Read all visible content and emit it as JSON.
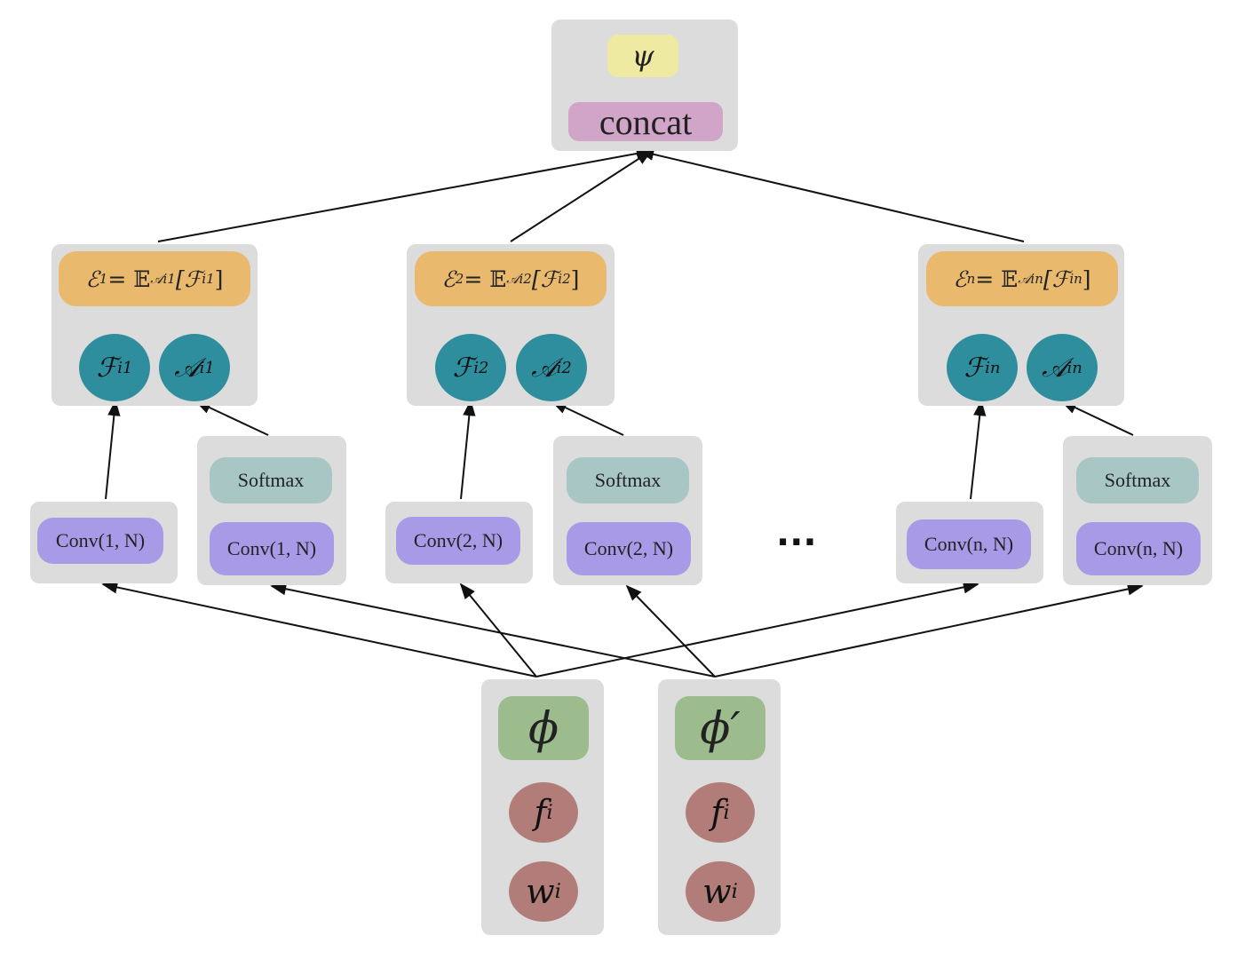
{
  "top": {
    "psi": "ψ",
    "concat": "concat"
  },
  "branches": [
    {
      "expectation": {
        "lhs": "ℰ",
        "sup": "1",
        "mid": " = 𝔼",
        "sub_a": "𝒜",
        "sub_a_sub": "i",
        "sub_a_sup": "1",
        "rhs": "[ℱ",
        "rhs_sub": "i",
        "rhs_sup": "1",
        "close": "]"
      },
      "f_node": {
        "sym": "ℱ",
        "sub": "i",
        "sup": "1"
      },
      "a_node": {
        "sym": "𝒜",
        "sub": "i",
        "sup": "1"
      },
      "conv_left": "Conv(1, N)",
      "softmax": "Softmax",
      "conv_right": "Conv(1, N)"
    },
    {
      "expectation": {
        "lhs": "ℰ",
        "sup": "2",
        "mid": " = 𝔼",
        "sub_a": "𝒜",
        "sub_a_sub": "i",
        "sub_a_sup": "2",
        "rhs": "[ℱ",
        "rhs_sub": "i",
        "rhs_sup": "2",
        "close": "]"
      },
      "f_node": {
        "sym": "ℱ",
        "sub": "i",
        "sup": "2"
      },
      "a_node": {
        "sym": "𝒜",
        "sub": "i",
        "sup": "2"
      },
      "conv_left": "Conv(2, N)",
      "softmax": "Softmax",
      "conv_right": "Conv(2, N)"
    },
    {
      "expectation": {
        "lhs": "ℰ",
        "sup": "n",
        "mid": " = 𝔼",
        "sub_a": "𝒜",
        "sub_a_sub": "i",
        "sub_a_sup": "n",
        "rhs": "[ℱ",
        "rhs_sub": "i",
        "rhs_sup": "n",
        "close": "]"
      },
      "f_node": {
        "sym": "ℱ",
        "sub": "i",
        "sup": "n"
      },
      "a_node": {
        "sym": "𝒜",
        "sub": "i",
        "sup": "n"
      },
      "conv_left": "Conv(n, N)",
      "softmax": "Softmax",
      "conv_right": "Conv(n, N)"
    }
  ],
  "ellipsis": "...",
  "inputs": [
    {
      "phi": "ϕ",
      "f": "f",
      "f_sub": "i",
      "w": "w",
      "w_sub": "i"
    },
    {
      "phi": "ϕ′",
      "f": "f",
      "f_sub": "i",
      "w": "w",
      "w_sub": "i"
    }
  ]
}
